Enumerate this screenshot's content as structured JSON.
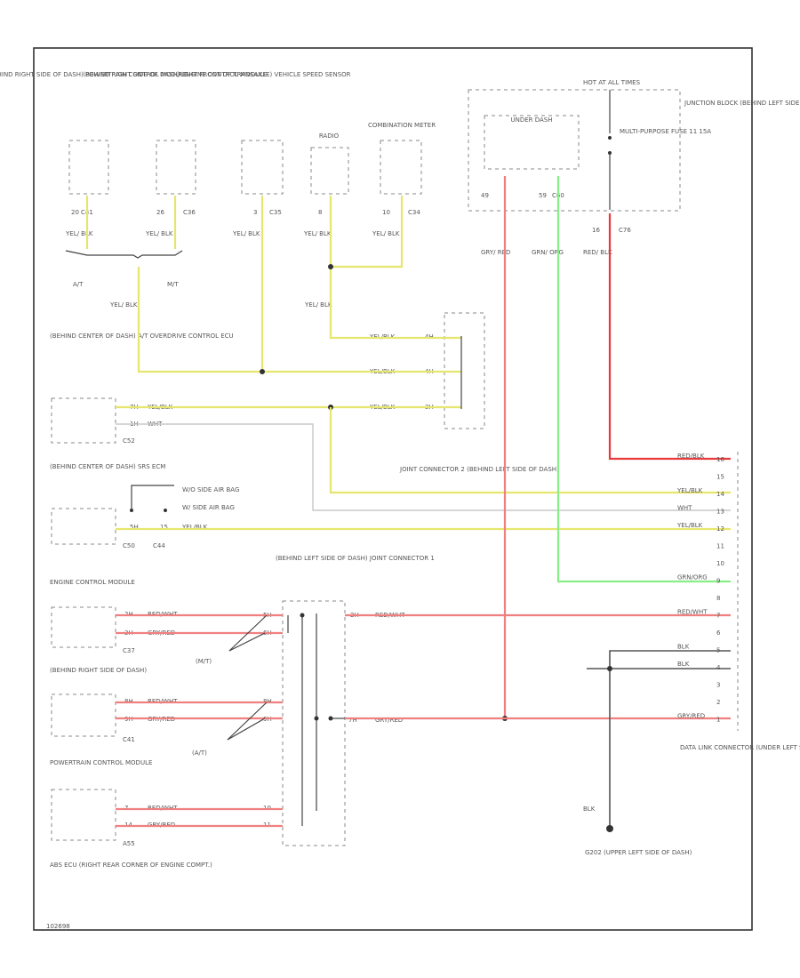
{
  "top_components": [
    {
      "label": "(BEHIND RIGHT SIDE OF DASH) POWERTRAIN CONTROL MODULE",
      "pin": "20",
      "conn": "C41",
      "wire": "YEL/ BLK"
    },
    {
      "label": "(BEHIND RIGHT SIDE OF DASH) ENGINE CONTROL MODULE",
      "pin": "26",
      "conn": "C36",
      "wire": "YEL/ BLK"
    },
    {
      "label": "(RIGHT FRONT OF TRANSAXLE) VEHICLE SPEED SENSOR",
      "pin": "3",
      "conn": "C35",
      "wire": "YEL/ BLK"
    },
    {
      "label": "RADIO",
      "pin": "8",
      "conn": "",
      "wire": "YEL/ BLK"
    },
    {
      "label": "COMBINATION METER",
      "pin": "10",
      "conn": "C34",
      "wire": "YEL/ BLK"
    }
  ],
  "fuse": {
    "hot_at": "HOT AT ALL TIMES",
    "box_label": "UNDER DASH",
    "fuse_label": "MULTI-PURPOSE FUSE 11 15A",
    "junction_label": "JUNCTION BLOCK (BEHIND LEFT SIDE OF DASH)",
    "pins": [
      {
        "pin": "49",
        "wire": "GRY/ RED"
      },
      {
        "pin": "59",
        "conn": "C60",
        "wire": "GRN/ ORG"
      },
      {
        "pin": "16",
        "conn": "C76",
        "wire": "RED/ BLK"
      }
    ]
  },
  "labels": {
    "at": "A/T",
    "mt": "M/T",
    "yel_blk": "YEL/ BLK",
    "joint2": "JOINT CONNECTOR 2 (BEHIND LEFT SIDE OF DASH)",
    "joint1": "(BEHIND LEFT SIDE OF DASH) JOINT CONNECTOR 1",
    "mt_paren": "(M/T)",
    "at_paren": "(A/T)",
    "dlc": "DATA LINK CONNECTOR (UNDER LEFT SIDE OF DASH)",
    "ground": "G202 (UPPER LEFT SIDE OF DASH)",
    "blk": "BLK",
    "footer": "102698"
  },
  "left_components": [
    {
      "label": "(BEHIND CENTER OF DASH) A/T OVERDRIVE CONTROL ECU",
      "conn": "C52",
      "pins": [
        {
          "pin": "7H",
          "wire": "YEL/BLK"
        },
        {
          "pin": "1H",
          "wire": "WHT"
        }
      ]
    },
    {
      "label": "(BEHIND CENTER OF DASH) SRS ECM",
      "conn": "C50",
      "conn2": "C44",
      "pins": [
        {
          "pin": "5H",
          "wire": "YEL/BLK"
        }
      ],
      "switch": [
        "W/O SIDE AIR BAG",
        "W/ SIDE AIR BAG"
      ],
      "pin2": "15"
    },
    {
      "label": "ENGINE CONTROL MODULE",
      "conn": "C37",
      "pins": [
        {
          "pin": "2H",
          "wire": "RED/WHT"
        },
        {
          "pin": "3H",
          "wire": "GRY/RED"
        }
      ]
    },
    {
      "label": "(BEHIND RIGHT SIDE OF DASH)",
      "conn": "C41",
      "pins": [
        {
          "pin": "8H",
          "wire": "RED/WHT"
        },
        {
          "pin": "9H",
          "wire": "GRY/RED"
        }
      ]
    },
    {
      "label": "POWERTRAIN CONTROL MODULE",
      "conn": "A55",
      "pins": [
        {
          "pin": "7",
          "wire": "RED/WHT"
        },
        {
          "pin": "14",
          "wire": "GRY/RED"
        }
      ]
    },
    {
      "label": "ABS ECU (RIGHT REAR CORNER OF ENGINE COMPT.)",
      "conn": "",
      "pins": []
    }
  ],
  "joint2_pins": [
    {
      "pin": "4H",
      "wire": "YEL/BLK"
    },
    {
      "pin": "4H",
      "wire": "YEL/BLK"
    },
    {
      "pin": "3H",
      "wire": "YEL/BLK"
    }
  ],
  "joint1_pins": [
    {
      "pin": "2H",
      "wire": "RED/WHT"
    },
    {
      "pin": "7H",
      "wire": "GRY/RED"
    }
  ],
  "joint1_inputs": [
    "5H",
    "6H",
    "8H",
    "9H",
    "10",
    "11"
  ],
  "dlc_pins": [
    {
      "pin": "16",
      "wire": "RED/BLK"
    },
    {
      "pin": "15",
      "wire": ""
    },
    {
      "pin": "14",
      "wire": "YEL/BLK"
    },
    {
      "pin": "13",
      "wire": "WHT"
    },
    {
      "pin": "12",
      "wire": "YEL/BLK"
    },
    {
      "pin": "11",
      "wire": ""
    },
    {
      "pin": "10",
      "wire": ""
    },
    {
      "pin": "9",
      "wire": "GRN/ORG"
    },
    {
      "pin": "8",
      "wire": ""
    },
    {
      "pin": "7",
      "wire": "RED/WHT"
    },
    {
      "pin": "6",
      "wire": ""
    },
    {
      "pin": "5",
      "wire": "BLK"
    },
    {
      "pin": "4",
      "wire": "BLK"
    },
    {
      "pin": "3",
      "wire": ""
    },
    {
      "pin": "2",
      "wire": ""
    },
    {
      "pin": "1",
      "wire": "GRY/RED"
    }
  ]
}
